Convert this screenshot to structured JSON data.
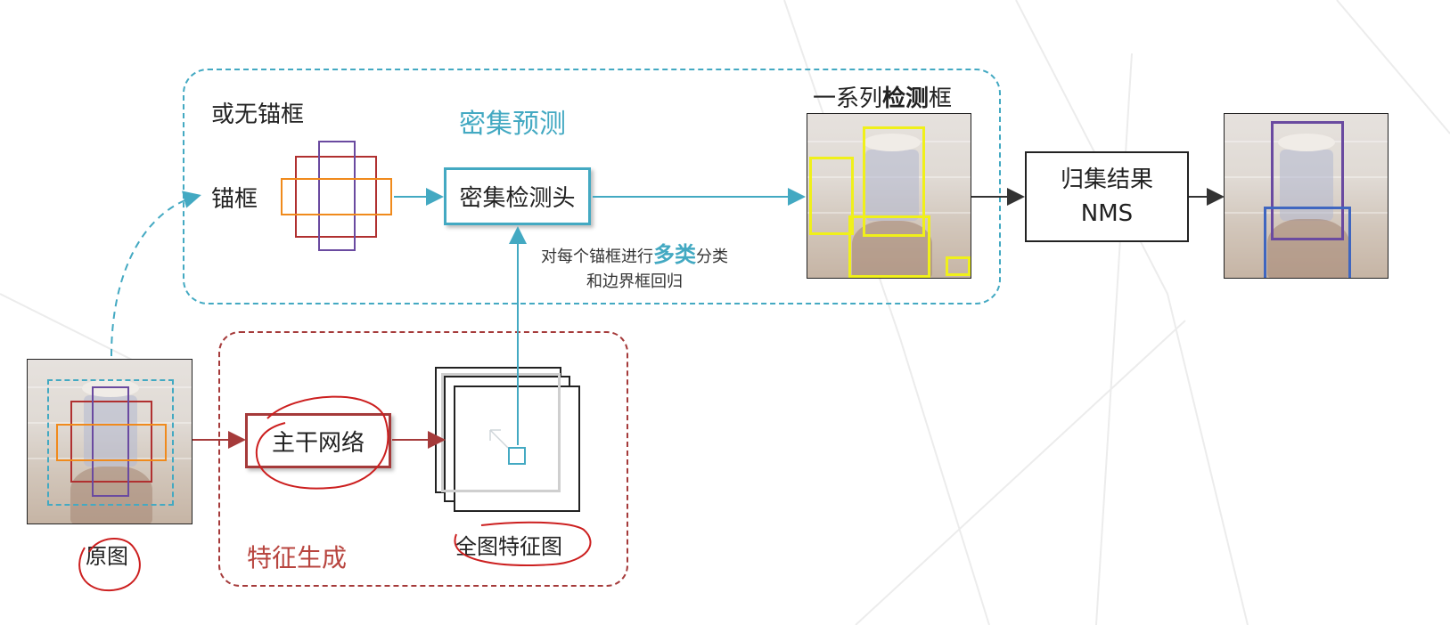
{
  "diagram": {
    "dense_prediction_title": "密集预测",
    "anchor_free_label": "或无锚框",
    "anchor_label": "锚框",
    "dense_head_label": "密集检测头",
    "head_note_before": "对每个锚框进行",
    "head_note_emph": "多类",
    "head_note_after": "分类",
    "head_note_line2": "和边界框回归",
    "detections_title_before": "一系列",
    "detections_title_emph": "检测",
    "detections_title_after": "框",
    "nms_line1": "归集结果",
    "nms_line2": "NMS",
    "feature_gen_title": "特征生成",
    "backbone_label": "主干网络",
    "feature_map_label": "全图特征图",
    "original_image_label": "原图"
  },
  "colors": {
    "teal": "#43a9c2",
    "dark_red": "#a53a3a",
    "red_text": "#b8453f",
    "annotation_red": "#cc1f1f",
    "yellow_box": "#f0f01a",
    "purple_box": "#6a4aa0",
    "blue_box": "#3f66c0",
    "orange_box": "#f08a1c",
    "red_box": "#b03030",
    "dark": "#222222"
  },
  "icons": [
    "arrow-icon",
    "feature-stack-icon",
    "anchor-boxes-icon"
  ]
}
